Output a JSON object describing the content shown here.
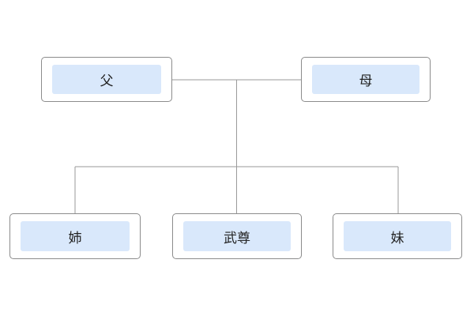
{
  "diagram": {
    "parents": {
      "father": "父",
      "mother": "母"
    },
    "children": {
      "elder_sister": "姉",
      "self": "武尊",
      "younger_sister": "妹"
    },
    "colors": {
      "label_fill": "#d9e8fb",
      "border": "#8c8c8c",
      "connector": "#9a9a9a"
    }
  }
}
